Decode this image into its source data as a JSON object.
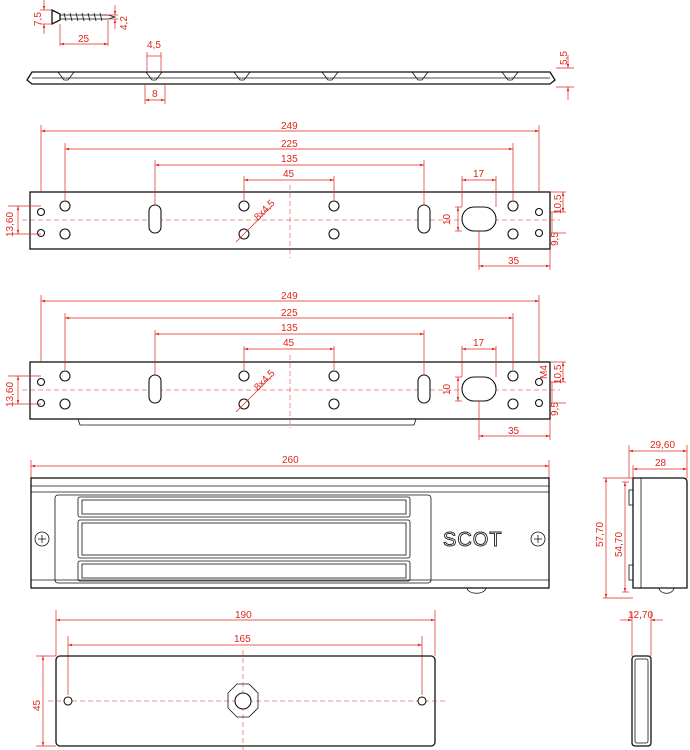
{
  "screw": {
    "length": "25",
    "head_height": "7,5",
    "diameter": "4,2"
  },
  "side_plate": {
    "countersink_top": "4,5",
    "countersink_bottom": "8",
    "thickness": "5,5"
  },
  "plate1": {
    "overall": "249",
    "holes_outer": "225",
    "slots": "135",
    "holes_inner": "45",
    "slot_length": "17",
    "slot_width": "10",
    "offset_top": "10,5",
    "offset_bottom": "9,5",
    "end_offset": "35",
    "height": "13,60",
    "hole_spec": "8x4,5"
  },
  "plate2": {
    "overall": "249",
    "holes_outer": "225",
    "slots": "135",
    "holes_inner": "45",
    "slot_length": "17",
    "slot_width": "10",
    "offset_top": "10,5",
    "offset_bottom": "9,5",
    "end_offset": "35",
    "height": "13,60",
    "hole_spec": "8x4,5",
    "thread": "M4"
  },
  "magnet": {
    "length": "260",
    "brand": "SCOT"
  },
  "magnet_side": {
    "width_outer": "29,60",
    "width_inner": "28",
    "height_outer": "57,70",
    "height_inner": "54,70"
  },
  "armature": {
    "length": "190",
    "hole_spacing": "165",
    "height": "45"
  },
  "armature_side": {
    "thickness": "12,70"
  }
}
